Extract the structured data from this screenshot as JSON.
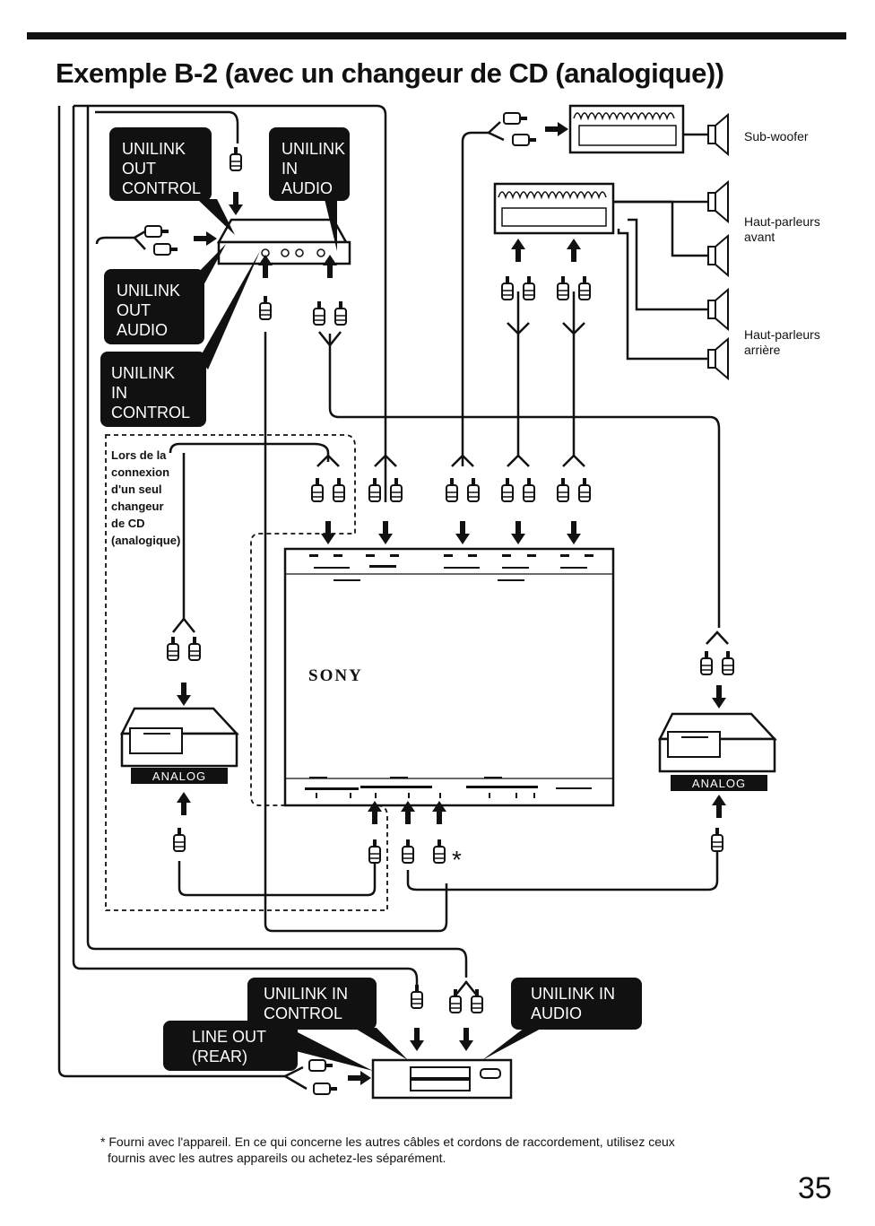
{
  "title": "Exemple B-2 (avec un changeur de CD (analogique))",
  "labels": {
    "unilink_out_control": [
      "UNILINK",
      "OUT",
      "CONTROL"
    ],
    "unilink_in_audio_top": [
      "UNILINK",
      "IN",
      "AUDIO"
    ],
    "unilink_out_audio": [
      "UNILINK",
      "OUT",
      "AUDIO"
    ],
    "unilink_in_control_left": [
      "UNILINK",
      "IN",
      "CONTROL"
    ],
    "unilink_in_control_bottom": [
      "UNILINK IN",
      "CONTROL"
    ],
    "unilink_in_audio_bottom": [
      "UNILINK IN",
      "AUDIO"
    ],
    "line_out_rear": [
      "LINE OUT",
      "(REAR)"
    ],
    "sub_woofer": "Sub-woofer",
    "front_speakers": [
      "Haut-parleurs",
      "avant"
    ],
    "rear_speakers": [
      "Haut-parleurs",
      "arrière"
    ],
    "single_changer_note": [
      "Lors de la",
      "connexion",
      "d'un seul",
      "changeur",
      "de CD",
      "(analogique)"
    ],
    "analog_left": "ANALOG",
    "analog_right": "ANALOG",
    "brand": "SONY",
    "asterisk": "*"
  },
  "footnote": [
    "* Fourni avec l'appareil. En ce qui concerne les autres câbles et cordons de raccordement, utilisez ceux",
    "fournis avec les autres appareils ou achetez-les séparément."
  ],
  "page_number": "35"
}
